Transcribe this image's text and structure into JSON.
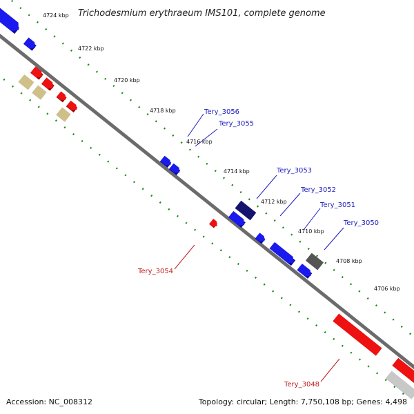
{
  "title": "Trichodesmium erythraeum IMS101, complete genome",
  "accession": "Accession: NC_008312",
  "topology": "Topology: circular; Length: 7,750,108 bp; Genes: 4,498",
  "colors": {
    "forward": "#1a1aee",
    "reverse": "#ee1111",
    "highlight_dark": "#14146e",
    "rna": "#cfc089",
    "grey_gene": "#555555",
    "light_grey": "#c8c8c8",
    "tick": "#1a8a1a",
    "backbone": "#6b6b6b",
    "forward_label": "#1c1cbf",
    "reverse_label": "#bf1c1c"
  },
  "scale_labels": [
    "4724 kbp",
    "4722 kbp",
    "4720 kbp",
    "4718 kbp",
    "4716 kbp",
    "4714 kbp",
    "4712 kbp",
    "4710 kbp",
    "4708 kbp",
    "4706 kbp"
  ],
  "gene_labels_forward": [
    "Tery_3056",
    "Tery_3055",
    "Tery_3053",
    "Tery_3052",
    "Tery_3051",
    "Tery_3050"
  ],
  "gene_labels_reverse": [
    "Tery_3054",
    "Tery_3048"
  ]
}
